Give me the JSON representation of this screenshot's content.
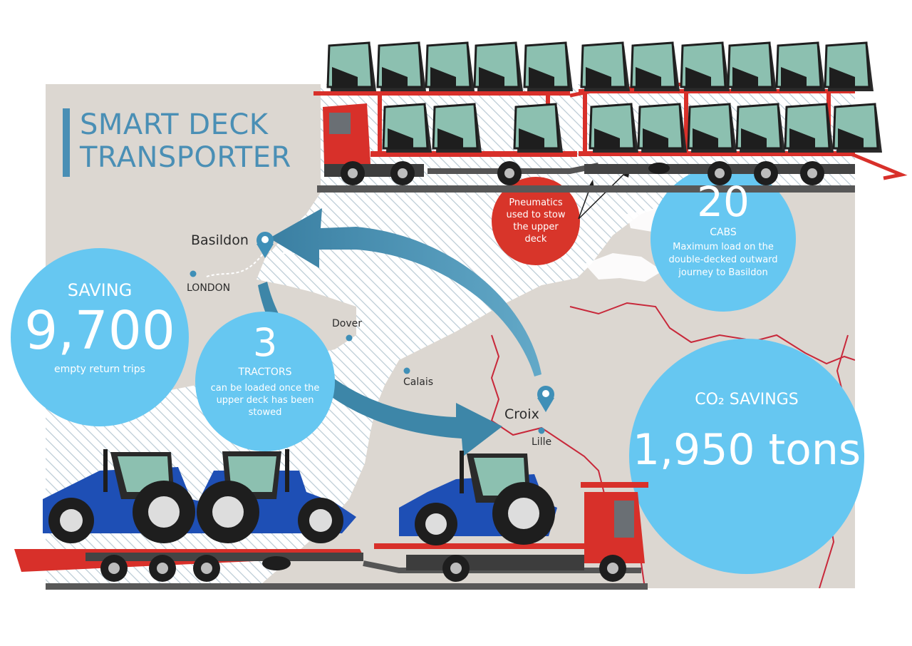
{
  "colors": {
    "map_bg": "#dcd7d1",
    "land": "#ffffff",
    "sea_hatch": "#b9cad4",
    "title": "#4a8fb5",
    "circle": "#66c7f1",
    "callout": "#d8352a",
    "arrow": "#3d86a8",
    "truck_red": "#d8302a",
    "tractor_blue": "#1e4fb5",
    "cab_glass": "#8cc0b0",
    "road": "#585858",
    "border": "#c8283a"
  },
  "title": {
    "line1": "SMART DECK",
    "line2": "TRANSPORTER"
  },
  "saving": {
    "heading": "SAVING",
    "value": "9,700",
    "caption": "empty return trips"
  },
  "tractors": {
    "value": "3",
    "unit": "TRACTORS",
    "caption_lines": [
      "can be loaded once the",
      "upper deck has been",
      "stowed"
    ]
  },
  "cabs": {
    "value": "20",
    "unit": "CABS",
    "caption_lines": [
      "Maximum load on the",
      "double-decked outward",
      "journey to Basildon"
    ]
  },
  "co2": {
    "heading": "CO₂ SAVINGS",
    "value": "1,950 tons"
  },
  "pneumatics": {
    "lines": [
      "Pneumatics",
      "used to stow",
      "the upper",
      "deck"
    ]
  },
  "places": {
    "basildon": "Basildon",
    "london": "LONDON",
    "dover": "Dover",
    "calais": "Calais",
    "croix": "Croix",
    "lille": "Lille"
  },
  "icons": [
    "location-pin-icon",
    "city-dot-icon",
    "curved-arrow-icon",
    "truck-icon",
    "tractor-icon",
    "cab-icon"
  ]
}
